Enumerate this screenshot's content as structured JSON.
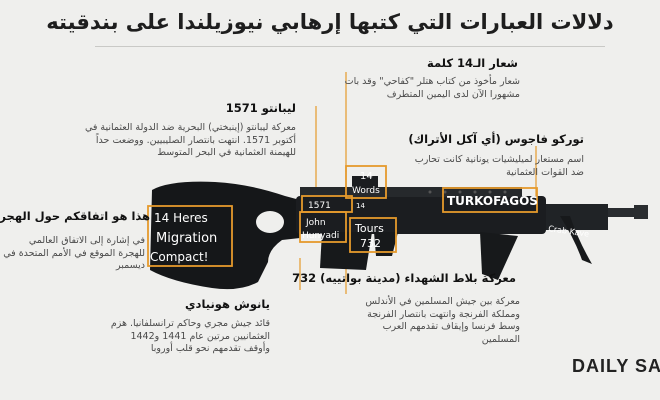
{
  "title": "دلالات العبارات التي كتبها إرهابي نيوزيلندا على بندقيته",
  "brand": "DAILY SA",
  "colors": {
    "background": "#efefed",
    "highlight": "#e59a2c",
    "rifle": "#151719",
    "text_on_rifle": "#ffffff"
  },
  "annotations": {
    "fourteen_words": {
      "heading": "شعار الـ14 كلمة",
      "body": "شعار مأخوذ من كتاب هتلر \"كفاحي\" وقد بات مشهورا الآن لدى اليمين المتطرف"
    },
    "lepanto": {
      "heading": "ليبانتو 1571",
      "body": "معركة ليبانتو (إينبختي) البحرية ضد الدولة العثمانية في أكتوبر 1571. انتهت بانتصار الصليبيين. ووضعت حداً للهيمنة العثمانية في البحر المتوسط"
    },
    "turkofagos": {
      "heading": "توركو فاجوس (أي آكل الأتراك)",
      "body": "اسم مستعار لميليشيات يونانية كانت تحارب ضد القوات العثمانية"
    },
    "migration": {
      "heading": "هذا هو اتفاقكم حول الهجرة",
      "body": "في إشارة إلى الاتفاق العالمي للهجرة الموقع في الأمم المتحدة في ديسمبر"
    },
    "tours": {
      "heading": "معركة بلاط الشهداء (مدينة بواتييه) 732",
      "body": "معركة بين جيش المسلمين في الأندلس ومملكة الفرنجة وانتهت بانتصار الفرنجة وسط فرنسا وإيقاف تقدمهم العرب المسلمين"
    },
    "hunyadi": {
      "heading": "يانوش هونيادي",
      "body": "قائد جيش مجري وحاكم ترانسلفانيا. هزم العثمانيين مرتين عام 1441 و1442 وأوقف تقدمهم نحو قلب أوروبا"
    }
  },
  "rifle_text": {
    "magazine_line1": "14 Heres",
    "magazine_line2": "Migration",
    "magazine_line3": "Compact!",
    "year": "1571",
    "fourteen": "14",
    "words": "Words",
    "john": "John",
    "hunyadi": "Hunyadi",
    "tours": "Tours",
    "tours_year": "732",
    "turkofagos": "TURKOFAGOS",
    "small_fourteen": "14",
    "barrel_text": "Crab Kave"
  }
}
